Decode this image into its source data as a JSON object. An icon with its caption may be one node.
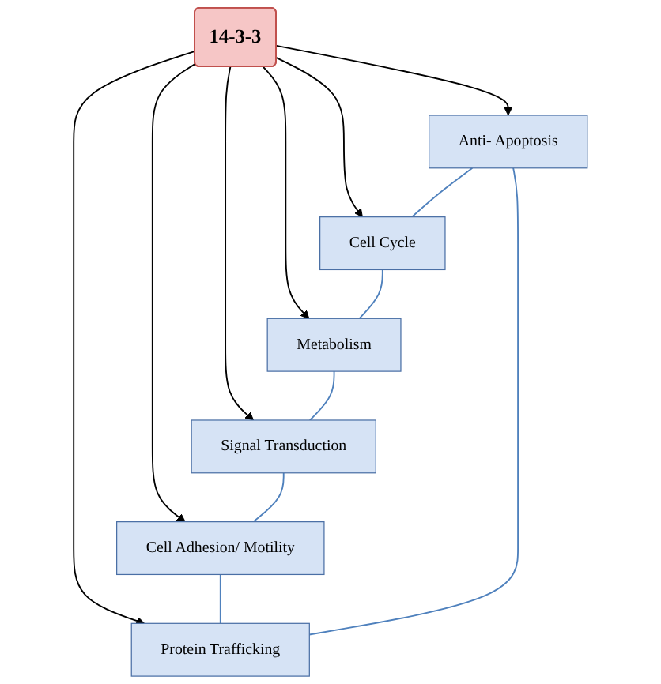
{
  "diagram": {
    "nodes": [
      {
        "text": [
          "Anti- Apoptosis"
        ]
      },
      {
        "text": [
          "Protein Trafficking"
        ]
      },
      {
        "text": [
          "Cell Cycle"
        ]
      },
      {
        "text": [
          "14-3-3"
        ]
      },
      {
        "text": [
          "Cell Adhesion/ Motility"
        ]
      },
      {
        "text": [
          "Metabolism"
        ]
      },
      {
        "text": [
          "Signal Transduction"
        ]
      }
    ],
    "edges": [
      {
        "from": 3,
        "to": 0,
        "arrow": "to"
      },
      {
        "from": 3,
        "to": 2,
        "arrow": "to"
      },
      {
        "from": 3,
        "to": 5,
        "arrow": "to"
      },
      {
        "from": 3,
        "to": 6,
        "arrow": "to"
      },
      {
        "from": 3,
        "to": 4,
        "arrow": "to"
      },
      {
        "from": 3,
        "to": 1,
        "arrow": "to"
      },
      {
        "from": 0,
        "to": 2,
        "arrow": "none",
        "color": "#4f81bd"
      },
      {
        "from": 2,
        "to": 5,
        "arrow": "none",
        "color": "#4f81bd"
      },
      {
        "from": 5,
        "to": 6,
        "arrow": "none",
        "color": "#4f81bd"
      },
      {
        "from": 6,
        "to": 4,
        "arrow": "none",
        "color": "#4f81bd"
      },
      {
        "from": 4,
        "to": 1,
        "arrow": "none",
        "color": "#4f81bd"
      },
      {
        "from": 1,
        "to": 0,
        "arrow": "none",
        "color": "#4f81bd"
      }
    ]
  }
}
